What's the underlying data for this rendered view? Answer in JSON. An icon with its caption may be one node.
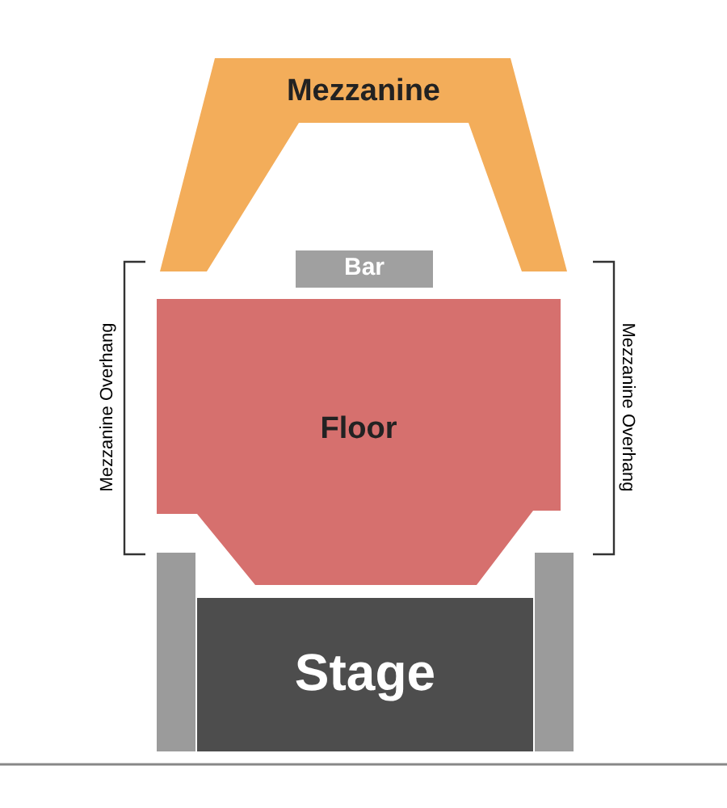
{
  "diagram": {
    "nodes": [
      {
        "text": [
          "Mezzanine"
        ]
      },
      {
        "text": [
          "Bar"
        ]
      },
      {
        "text": [
          "Floor"
        ]
      },
      {
        "text": [],
        "shape": "bar"
      },
      {
        "text": [
          "Stage"
        ]
      },
      {
        "text": [],
        "shape": "bar"
      }
    ],
    "labels": [
      "Mezzanine Overhang",
      "Mezzanine Overhang"
    ]
  }
}
